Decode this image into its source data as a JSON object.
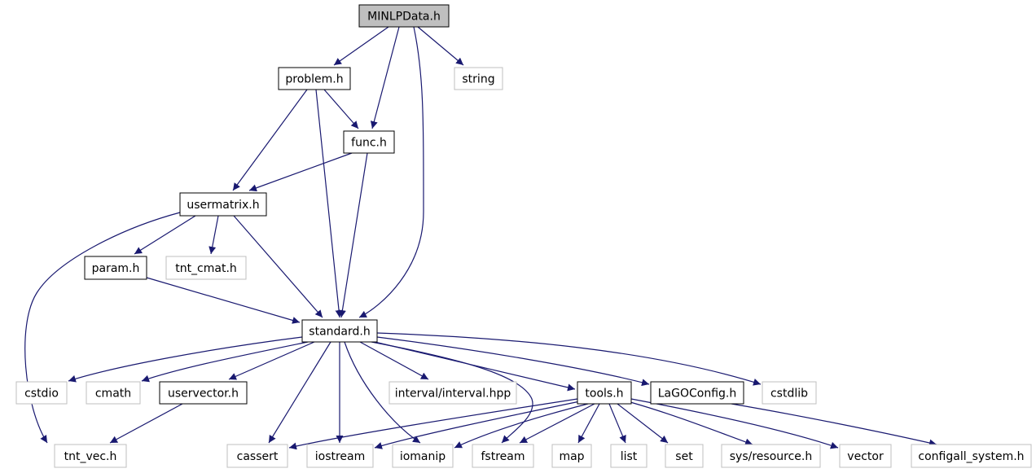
{
  "colors": {
    "edge": "#191970",
    "node_border_documented": "#000000",
    "node_border_external": "#bfbfbf",
    "root_fill": "#bfbfbf",
    "node_fill": "#ffffff",
    "text": "#000000"
  },
  "nodes": [
    {
      "id": "minlpdata",
      "label": "MINLPData.h",
      "kind": "root"
    },
    {
      "id": "problem",
      "label": "problem.h",
      "kind": "documented"
    },
    {
      "id": "string",
      "label": "string",
      "kind": "external"
    },
    {
      "id": "func",
      "label": "func.h",
      "kind": "documented"
    },
    {
      "id": "usermatrix",
      "label": "usermatrix.h",
      "kind": "documented"
    },
    {
      "id": "param",
      "label": "param.h",
      "kind": "documented"
    },
    {
      "id": "tnt_cmat",
      "label": "tnt_cmat.h",
      "kind": "external"
    },
    {
      "id": "standard",
      "label": "standard.h",
      "kind": "documented"
    },
    {
      "id": "cstdio",
      "label": "cstdio",
      "kind": "external"
    },
    {
      "id": "cmath",
      "label": "cmath",
      "kind": "external"
    },
    {
      "id": "uservector",
      "label": "uservector.h",
      "kind": "documented"
    },
    {
      "id": "interval",
      "label": "interval/interval.hpp",
      "kind": "external"
    },
    {
      "id": "tools",
      "label": "tools.h",
      "kind": "documented"
    },
    {
      "id": "lagoconfig",
      "label": "LaGOConfig.h",
      "kind": "documented"
    },
    {
      "id": "cstdlib",
      "label": "cstdlib",
      "kind": "external"
    },
    {
      "id": "tnt_vec",
      "label": "tnt_vec.h",
      "kind": "external"
    },
    {
      "id": "cassert",
      "label": "cassert",
      "kind": "external"
    },
    {
      "id": "iostream",
      "label": "iostream",
      "kind": "external"
    },
    {
      "id": "iomanip",
      "label": "iomanip",
      "kind": "external"
    },
    {
      "id": "fstream",
      "label": "fstream",
      "kind": "external"
    },
    {
      "id": "map",
      "label": "map",
      "kind": "external"
    },
    {
      "id": "list",
      "label": "list",
      "kind": "external"
    },
    {
      "id": "set",
      "label": "set",
      "kind": "external"
    },
    {
      "id": "sys_resource",
      "label": "sys/resource.h",
      "kind": "external"
    },
    {
      "id": "vector",
      "label": "vector",
      "kind": "external"
    },
    {
      "id": "configall",
      "label": "configall_system.h",
      "kind": "external"
    }
  ],
  "edges": [
    {
      "from": "minlpdata",
      "to": "problem"
    },
    {
      "from": "minlpdata",
      "to": "func"
    },
    {
      "from": "minlpdata",
      "to": "standard"
    },
    {
      "from": "minlpdata",
      "to": "string"
    },
    {
      "from": "problem",
      "to": "usermatrix"
    },
    {
      "from": "problem",
      "to": "standard"
    },
    {
      "from": "problem",
      "to": "func"
    },
    {
      "from": "func",
      "to": "usermatrix"
    },
    {
      "from": "func",
      "to": "standard"
    },
    {
      "from": "usermatrix",
      "to": "tnt_vec"
    },
    {
      "from": "usermatrix",
      "to": "param"
    },
    {
      "from": "usermatrix",
      "to": "tnt_cmat"
    },
    {
      "from": "usermatrix",
      "to": "standard"
    },
    {
      "from": "param",
      "to": "standard"
    },
    {
      "from": "standard",
      "to": "cstdio"
    },
    {
      "from": "standard",
      "to": "cmath"
    },
    {
      "from": "standard",
      "to": "uservector"
    },
    {
      "from": "standard",
      "to": "cassert"
    },
    {
      "from": "standard",
      "to": "iostream"
    },
    {
      "from": "standard",
      "to": "iomanip"
    },
    {
      "from": "standard",
      "to": "interval"
    },
    {
      "from": "standard",
      "to": "fstream"
    },
    {
      "from": "standard",
      "to": "tools"
    },
    {
      "from": "standard",
      "to": "lagoconfig"
    },
    {
      "from": "standard",
      "to": "cstdlib"
    },
    {
      "from": "uservector",
      "to": "tnt_vec"
    },
    {
      "from": "tools",
      "to": "cassert"
    },
    {
      "from": "tools",
      "to": "iostream"
    },
    {
      "from": "tools",
      "to": "iomanip"
    },
    {
      "from": "tools",
      "to": "fstream"
    },
    {
      "from": "tools",
      "to": "map"
    },
    {
      "from": "tools",
      "to": "list"
    },
    {
      "from": "tools",
      "to": "set"
    },
    {
      "from": "tools",
      "to": "sys_resource"
    },
    {
      "from": "tools",
      "to": "vector"
    },
    {
      "from": "lagoconfig",
      "to": "configall"
    }
  ]
}
